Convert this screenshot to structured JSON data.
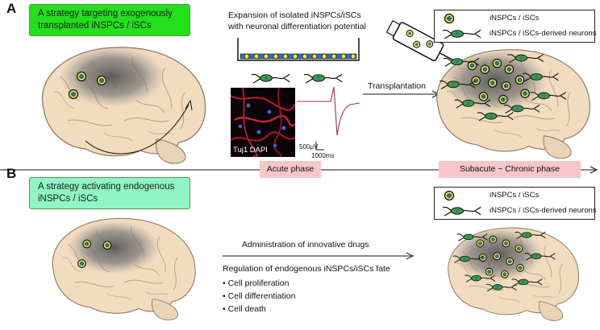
{
  "panels": {
    "a": {
      "letter": "A",
      "strategy_text": "A strategy targeting exogenously transplanted iNSPCs / iSCs",
      "expansion_text_line1": "Expansion of isolated iNSPCs/iSCs",
      "expansion_text_line2": "with neuronal differentiation potential",
      "micrograph_label": "Tuj1 DAPI",
      "scale_voltage": "500μV",
      "scale_time": "1000ms",
      "transplantation_label": "Transplantation"
    },
    "b": {
      "letter": "B",
      "strategy_text": "A strategy activating endogenous iNSPCs / iSCs",
      "drug_label": "Administration of innovative drugs",
      "fate_label": "Regulation of endogenous iNSPCs/iSCs fate",
      "fate_items": [
        "Cell proliferation",
        "Cell differentiation",
        "Cell death"
      ]
    }
  },
  "timeline": {
    "acute_label": "Acute phase",
    "chronic_label": "Subacute ~ Chronic phase"
  },
  "legend": {
    "cell_label": "iNSPCs / iSCs",
    "neuron_label": "iNSPCs / iSCs-derived neurons"
  },
  "colors": {
    "strategy_a_fill": "#22e01a",
    "strategy_b_fill": "#8ff5c4",
    "phase_fill": "#f6c6c9",
    "cell_outer": "#e8e64a",
    "cell_inner": "#2f6fb0",
    "neuron_body": "#3aa03a",
    "brain_fill": "#f2dcc0"
  }
}
